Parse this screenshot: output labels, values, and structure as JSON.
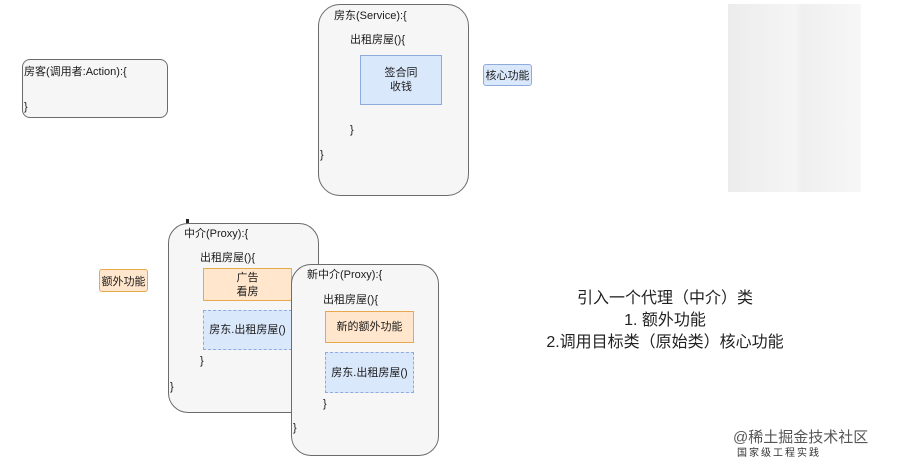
{
  "tenant": {
    "open": "房客(调用者:Action):{",
    "close": "}"
  },
  "landlord": {
    "open": "房东(Service):{",
    "method": "出租房屋(){",
    "inner_line1": "签合同",
    "inner_line2": "收钱",
    "method_close": "}",
    "close": "}"
  },
  "core_tag": "核心功能",
  "extra_tag": "额外功能",
  "agent": {
    "open": "中介(Proxy):{",
    "method": "出租房屋(){",
    "extra_line1": "广告",
    "extra_line2": "看房",
    "call": "房东.出租房屋()",
    "method_close": "}",
    "close": "}"
  },
  "new_agent": {
    "open": "新中介(Proxy):{",
    "method": "出租房屋(){",
    "extra": "新的额外功能",
    "call": "房东.出租房屋()",
    "method_close": "}",
    "close": "}"
  },
  "caption": {
    "line1": "引入一个代理（中介）类",
    "line2": "1. 额外功能",
    "line3": "2.调用目标类（原始类）核心功能"
  },
  "watermark": "@稀土掘金技术社区",
  "sub_watermark": "国家级工程实践",
  "colors": {
    "blue_fill": "#dae8fc",
    "blue_border": "#8faadc",
    "orange_fill": "#ffe6cc",
    "orange_border": "#e6a94d",
    "box_fill": "#f6f6f6"
  }
}
